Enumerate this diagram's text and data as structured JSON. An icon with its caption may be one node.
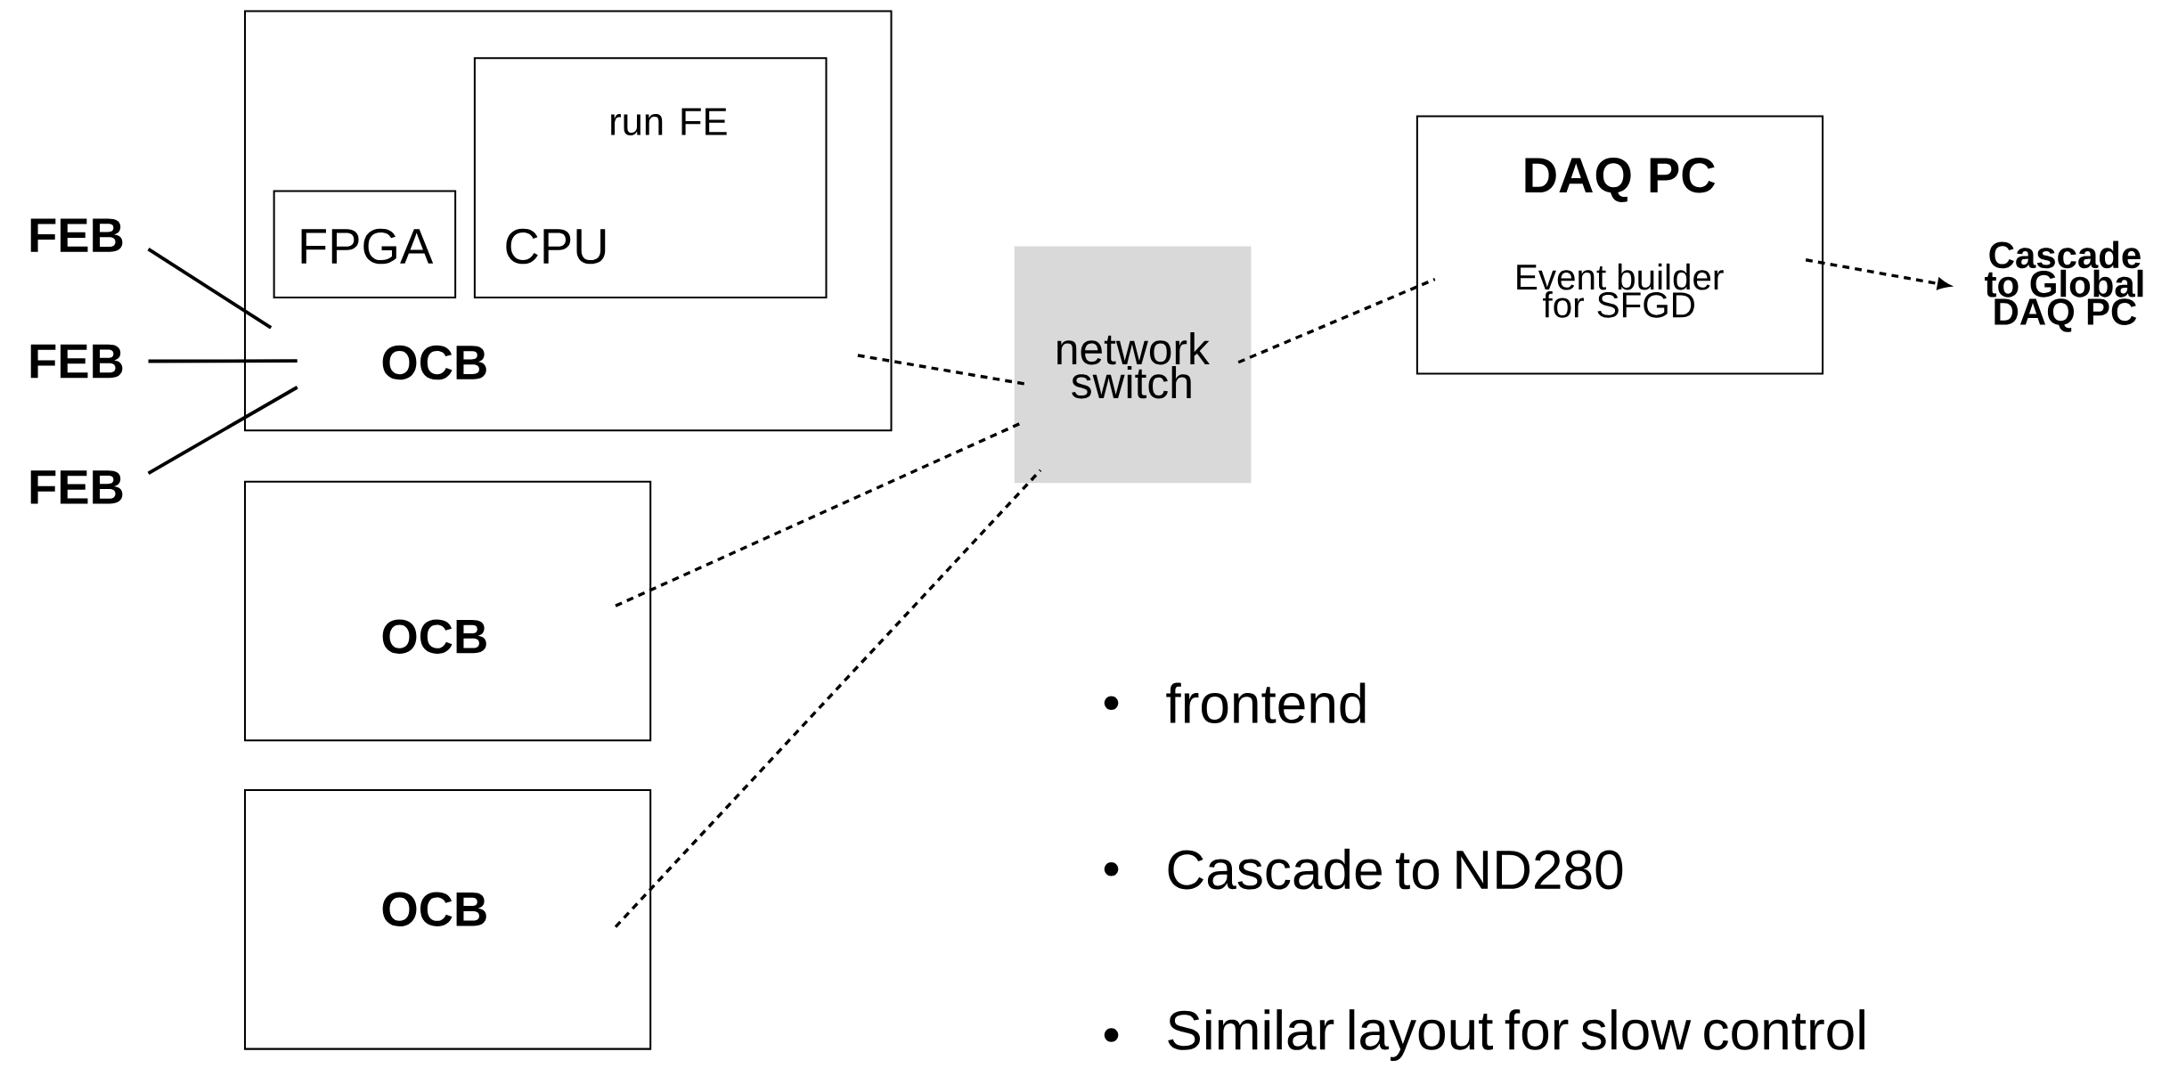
{
  "diagram": {
    "nodes": [
      {
        "text": [
          "OCB"
        ]
      },
      {
        "text": [
          "FPGA"
        ],
        "in": 0
      },
      {
        "text": [
          "run FE",
          "CPU"
        ],
        "in": 0
      },
      {
        "text": [
          "OCB"
        ]
      },
      {
        "text": [
          "OCB"
        ]
      },
      {
        "text": [
          "network switch"
        ]
      },
      {
        "text": [
          "DAQ PC",
          "Event builder for SFGD"
        ]
      },
      {
        "text": [
          "Cascade to Global DAQ PC"
        ]
      },
      {
        "text": [
          "FEB"
        ]
      },
      {
        "text": [
          "FEB"
        ]
      },
      {
        "text": [
          "FEB"
        ]
      }
    ],
    "edges": [
      {
        "from": 8,
        "to": 0,
        "arrow": "none"
      },
      {
        "from": 9,
        "to": 0,
        "arrow": "none"
      },
      {
        "from": 10,
        "to": 0,
        "arrow": "none"
      },
      {
        "from": 0,
        "to": 5,
        "arrow": "none",
        "style": "dashed"
      },
      {
        "from": 3,
        "to": 5,
        "arrow": "none",
        "style": "dashed"
      },
      {
        "from": 4,
        "to": 5,
        "arrow": "none",
        "style": "dashed"
      },
      {
        "from": 5,
        "to": 6,
        "arrow": "none",
        "style": "dashed"
      },
      {
        "from": 6,
        "to": 7,
        "arrow": "to",
        "style": "dashed"
      }
    ],
    "labels": [
      "frontend",
      "Cascade to ND280",
      "Similar layout for slow control"
    ]
  }
}
